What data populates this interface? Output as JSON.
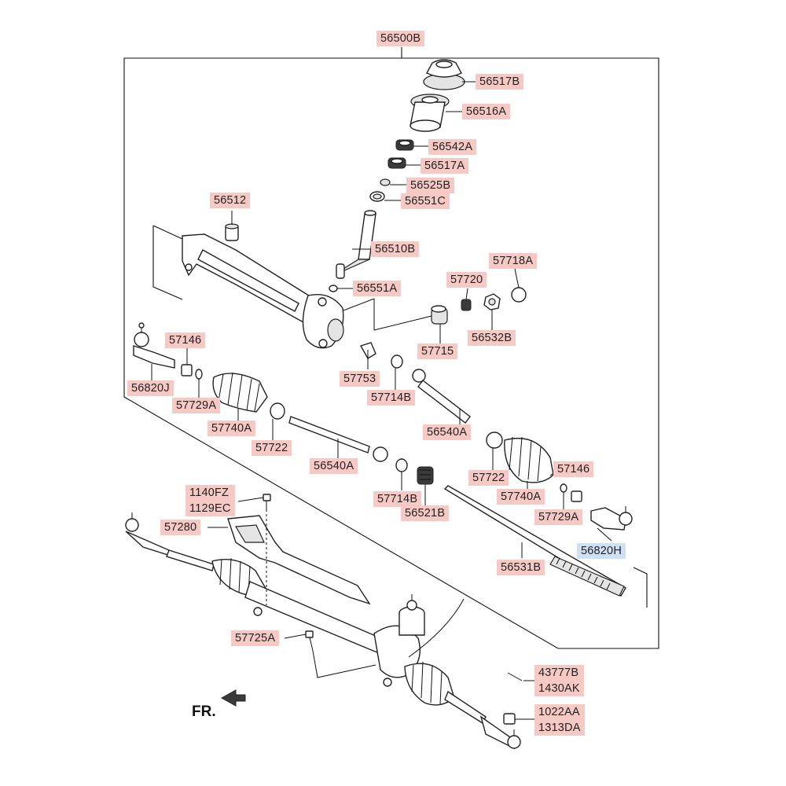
{
  "assembly_label": "56500B",
  "parts": [
    {
      "id": "p56517B_top",
      "label": "56517B"
    },
    {
      "id": "p56516A",
      "label": "56516A"
    },
    {
      "id": "p56542A",
      "label": "56542A"
    },
    {
      "id": "p56517A",
      "label": "56517A"
    },
    {
      "id": "p56525B",
      "label": "56525B"
    },
    {
      "id": "p56551C",
      "label": "56551C"
    },
    {
      "id": "p56512",
      "label": "56512"
    },
    {
      "id": "p56510B",
      "label": "56510B"
    },
    {
      "id": "p56551A",
      "label": "56551A"
    },
    {
      "id": "p57718A",
      "label": "57718A"
    },
    {
      "id": "p57720",
      "label": "57720"
    },
    {
      "id": "p57715",
      "label": "57715"
    },
    {
      "id": "p56532B",
      "label": "56532B"
    },
    {
      "id": "p57146_l",
      "label": "57146"
    },
    {
      "id": "p56820J",
      "label": "56820J"
    },
    {
      "id": "p57729A_l",
      "label": "57729A"
    },
    {
      "id": "p57740A_l",
      "label": "57740A"
    },
    {
      "id": "p57722_l",
      "label": "57722"
    },
    {
      "id": "p57753",
      "label": "57753"
    },
    {
      "id": "p57714B_top",
      "label": "57714B"
    },
    {
      "id": "p56540A_r",
      "label": "56540A"
    },
    {
      "id": "p56540A_l",
      "label": "56540A"
    },
    {
      "id": "p57722_r",
      "label": "57722"
    },
    {
      "id": "p57146_r",
      "label": "57146"
    },
    {
      "id": "p57740A_r",
      "label": "57740A"
    },
    {
      "id": "p57714B_bot",
      "label": "57714B"
    },
    {
      "id": "p56521B",
      "label": "56521B"
    },
    {
      "id": "p57729A_r",
      "label": "57729A"
    },
    {
      "id": "p56820H",
      "label": "56820H",
      "selected": true
    },
    {
      "id": "p1140FZ",
      "label": "1140FZ\n1129EC"
    },
    {
      "id": "p57280",
      "label": "57280"
    },
    {
      "id": "p56531B",
      "label": "56531B"
    },
    {
      "id": "p57725A",
      "label": "57725A"
    },
    {
      "id": "p43777B",
      "label": "43777B\n1430AK"
    },
    {
      "id": "p1022AA",
      "label": "1022AA\n1313DA"
    }
  ],
  "direction_label": "FR.",
  "colors": {
    "label_bg": "#f6c9c4",
    "selected_bg": "#cfe0f5",
    "line": "#111111"
  }
}
